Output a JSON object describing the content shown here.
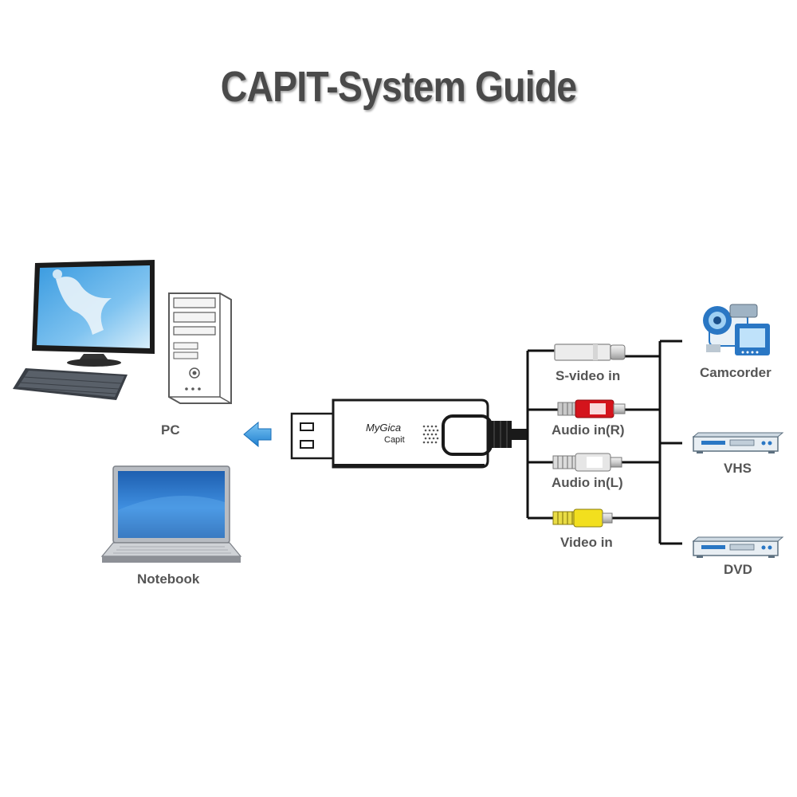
{
  "title": "CAPIT-System Guide",
  "devices": {
    "pc_label": "PC",
    "notebook_label": "Notebook"
  },
  "capture_stick": {
    "brand": "MyGica",
    "model": "Capit"
  },
  "inputs": [
    {
      "label": "S-video in",
      "connector_color": "#ececec"
    },
    {
      "label": "Audio in(R)",
      "connector_color": "#d4141c"
    },
    {
      "label": "Audio in(L)",
      "connector_color": "#e6e6e6"
    },
    {
      "label": "Video in",
      "connector_color": "#f2df1e"
    }
  ],
  "sources": [
    {
      "label": "Camcorder"
    },
    {
      "label": "VHS"
    },
    {
      "label": "DVD"
    }
  ],
  "colors": {
    "title": "#4a4a4a",
    "label": "#555555",
    "arrow": "#2a8fd8",
    "wire": "#111111"
  },
  "icons": [
    "desktop-pc-icon",
    "notebook-icon",
    "arrow-left-icon",
    "usb-capture-stick-icon",
    "camcorder-icon",
    "vhs-player-icon",
    "dvd-player-icon"
  ]
}
